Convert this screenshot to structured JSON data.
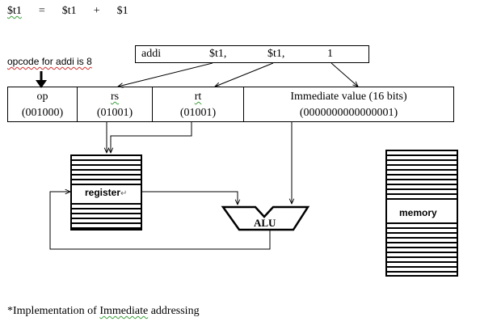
{
  "equation": {
    "dest": "$t1",
    "equals": "=",
    "src": "$t1",
    "plus": "+",
    "imm": "$1"
  },
  "instruction": {
    "mnemonic": "addi",
    "op1": "$t1,",
    "op2": "$t1,",
    "op3": "1"
  },
  "opcode_note": "opcode for addi is 8",
  "fields": [
    {
      "name": "op",
      "value": "(001000)"
    },
    {
      "name": "rs",
      "value": "(01001)"
    },
    {
      "name": "rt",
      "value": "(01001)"
    },
    {
      "name": "Immediate value (16 bits)",
      "value": "(0000000000000001)"
    }
  ],
  "components": {
    "register": "register",
    "register_mark": "↵",
    "alu": "ALU",
    "memory": "memory"
  },
  "caption": {
    "prefix": "*Implementation of ",
    "underlined": "Immediate",
    "suffix": " addressing"
  }
}
